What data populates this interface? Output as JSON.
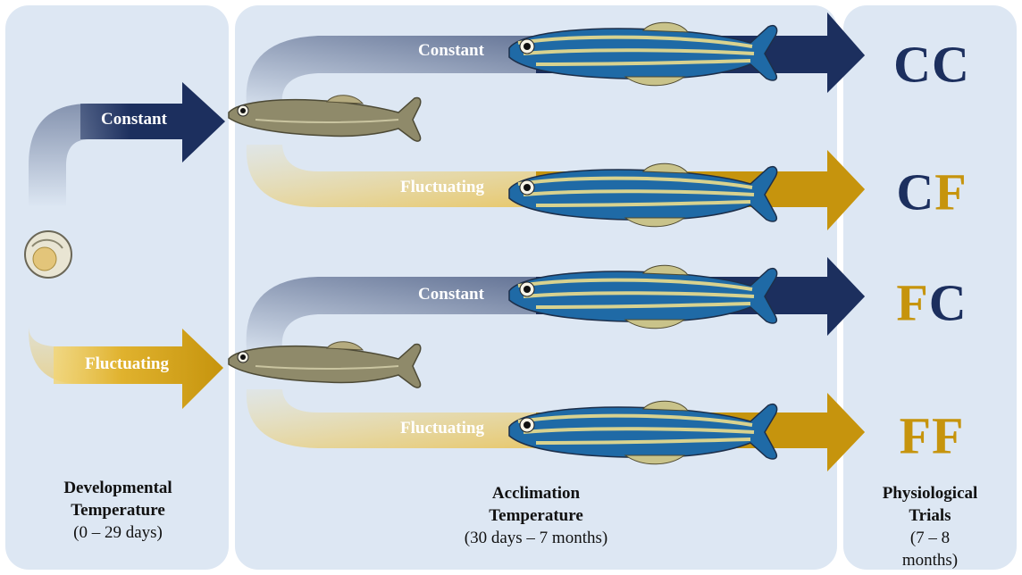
{
  "colors": {
    "constant": "#1c2f5e",
    "fluctuating": "#c6940d",
    "panel": "#dde7f3"
  },
  "arrows": {
    "dev_top": "Constant",
    "dev_bottom": "Fluctuating",
    "acc_1": "Constant",
    "acc_2": "Fluctuating",
    "acc_3": "Constant",
    "acc_4": "Fluctuating"
  },
  "groups": [
    {
      "first": "C",
      "second": "C",
      "first_color": "#1c2f5e",
      "second_color": "#1c2f5e"
    },
    {
      "first": "C",
      "second": "F",
      "first_color": "#1c2f5e",
      "second_color": "#c6940d"
    },
    {
      "first": "F",
      "second": "C",
      "first_color": "#c6940d",
      "second_color": "#1c2f5e"
    },
    {
      "first": "F",
      "second": "F",
      "first_color": "#c6940d",
      "second_color": "#c6940d"
    }
  ],
  "captions": {
    "dev": {
      "line1": "Developmental",
      "line2": "Temperature",
      "line3": "(0 – 29 days)"
    },
    "acc": {
      "line1": "Acclimation",
      "line2": "Temperature",
      "line3": "(30 days – 7 months)"
    },
    "phy": {
      "line1": "Physiological",
      "line2": "Trials",
      "line3": "(7 – 8 months)"
    }
  },
  "icons": [
    "egg-icon",
    "juvenile-fish-icon",
    "adult-zebrafish-icon"
  ]
}
